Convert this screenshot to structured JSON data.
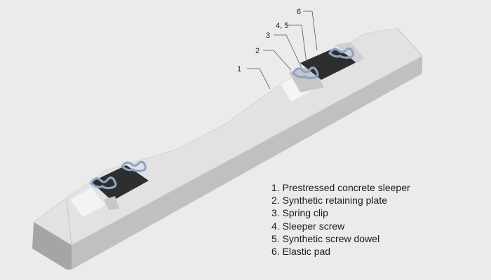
{
  "callouts": [
    "1",
    "2",
    "3",
    "4, 5",
    "6"
  ],
  "legend": [
    "1. Prestressed concrete sleeper",
    "2. Synthetic retaining plate",
    "3. Spring clip",
    "4. Sleeper screw",
    "5. Synthetic screw dowel",
    "6. Elastic pad"
  ],
  "colors": {
    "background": "#ebebeb",
    "concrete_top": "#e3e3e3",
    "concrete_side": "#c2c2c2",
    "concrete_front": "#a9a9a9",
    "pad": "#2d2d2d",
    "clip": "#8fa6c6"
  }
}
